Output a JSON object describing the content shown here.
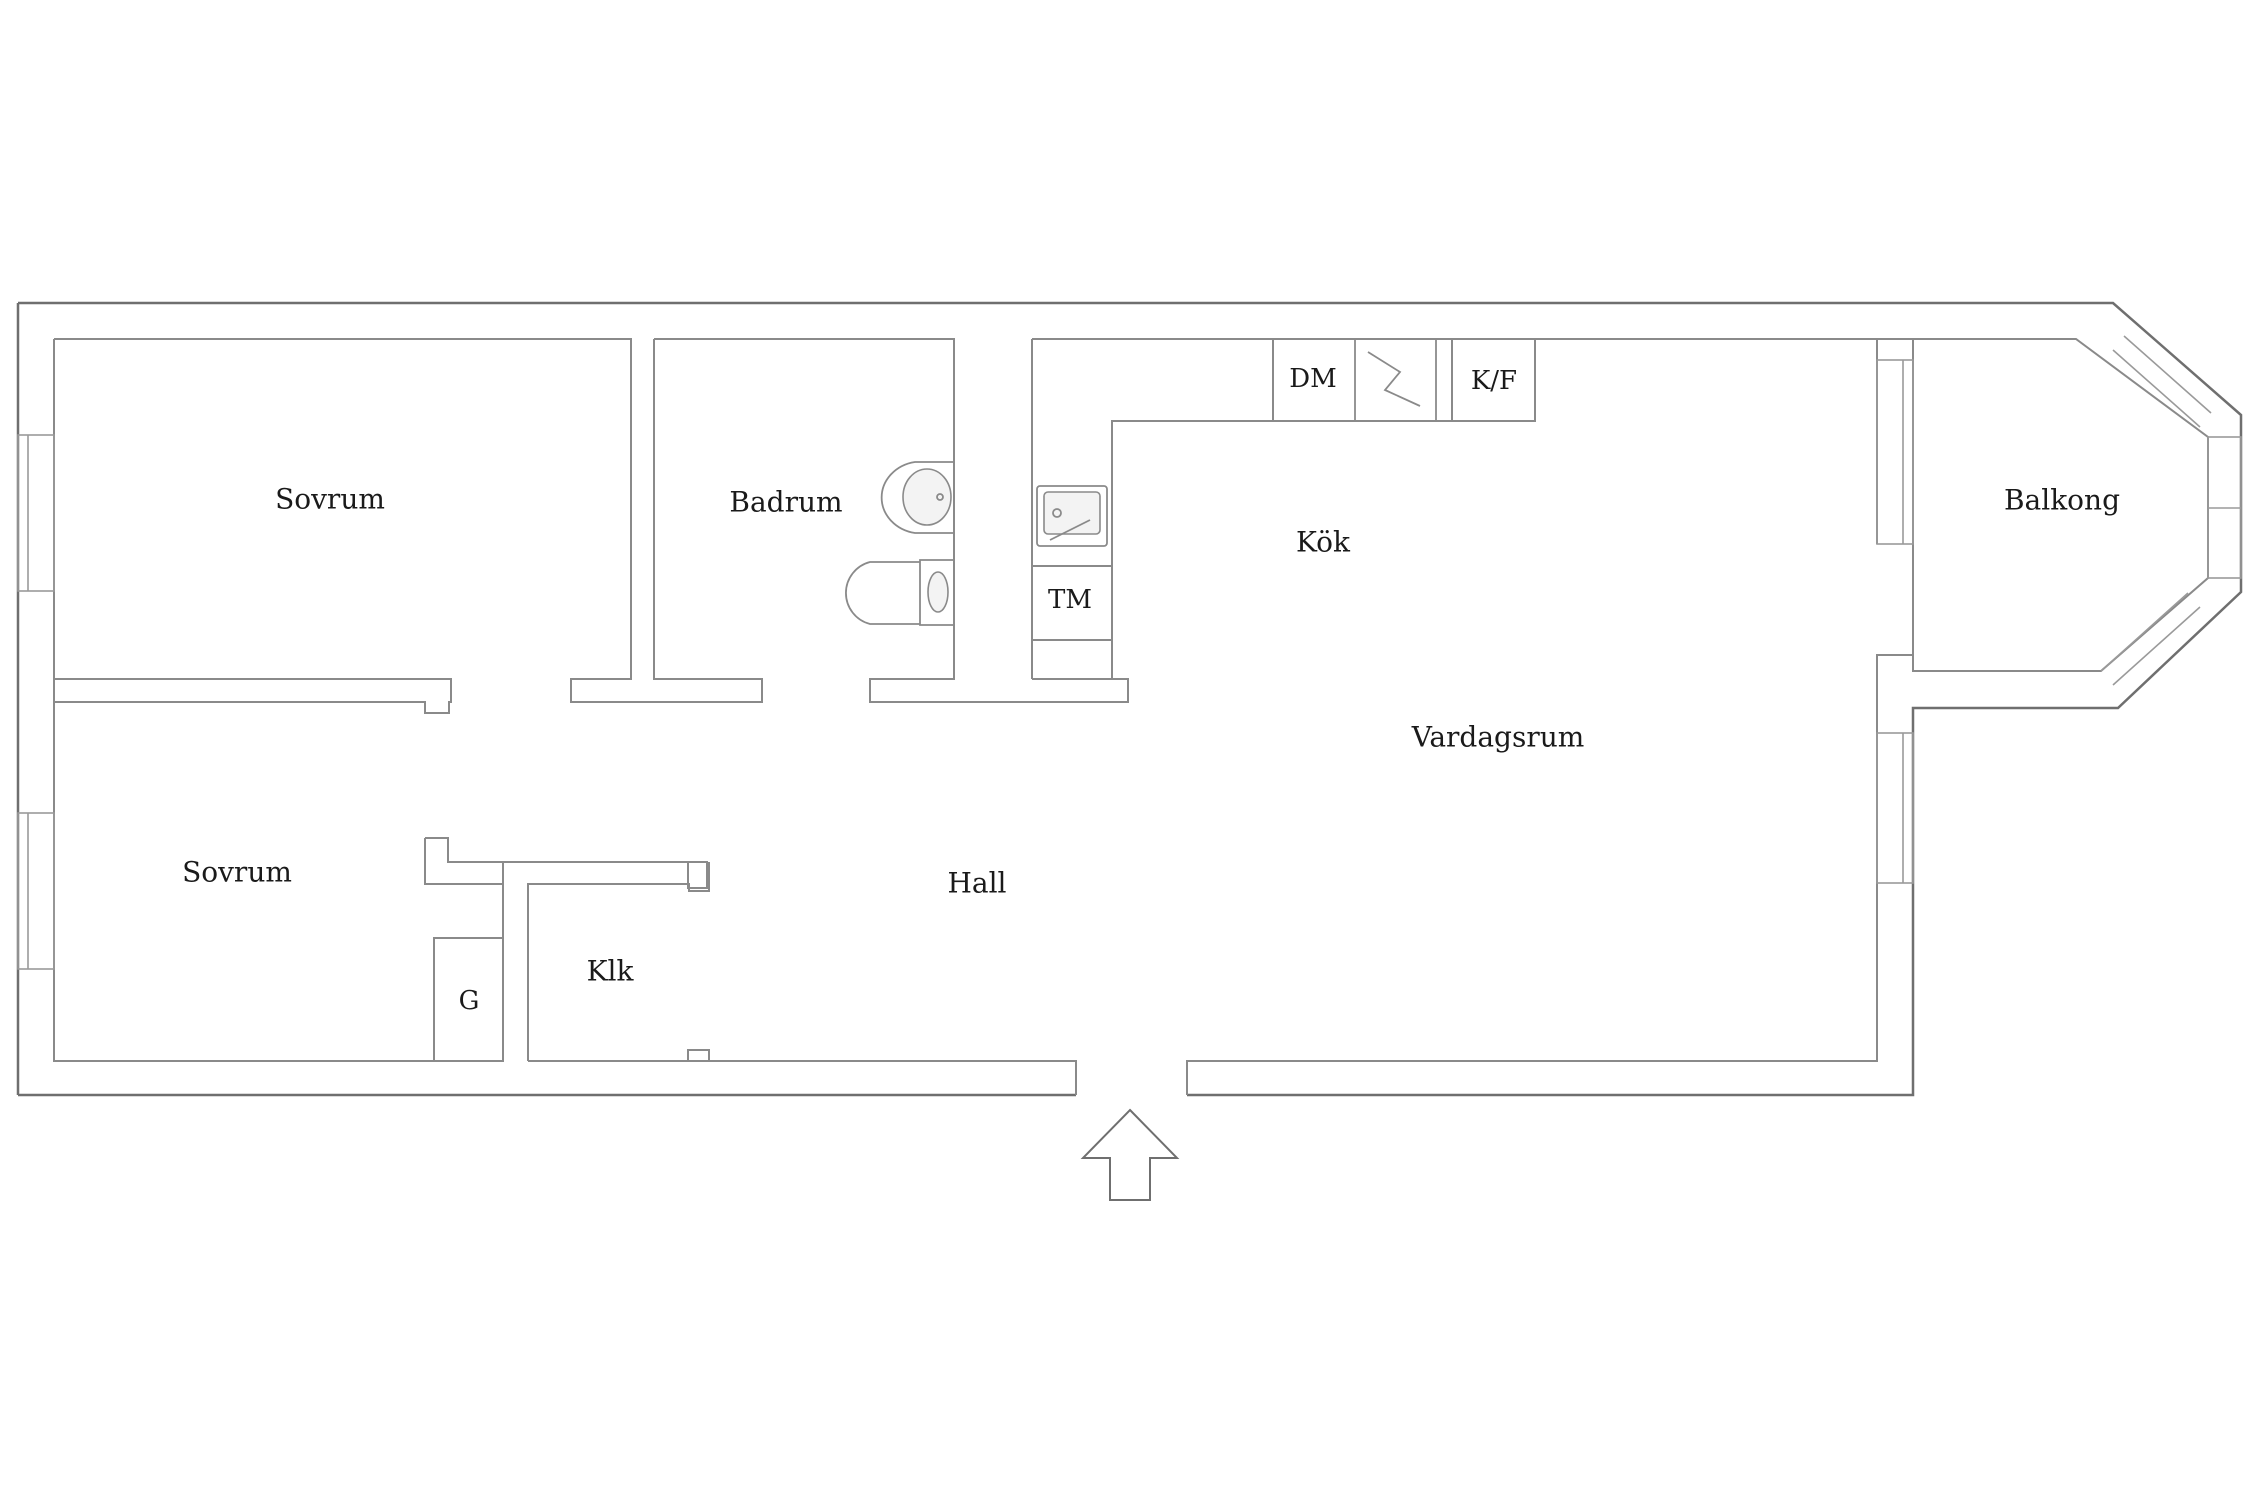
{
  "rooms": {
    "sovrum_top": "Sovrum",
    "sovrum_bottom": "Sovrum",
    "badrum": "Badrum",
    "kok": "Kök",
    "balkong": "Balkong",
    "vardagsrum": "Vardagsrum",
    "hall": "Hall",
    "klk": "Klk",
    "garderob": "G"
  },
  "appliances": {
    "dm": "DM",
    "kf": "K/F",
    "tm": "TM"
  }
}
